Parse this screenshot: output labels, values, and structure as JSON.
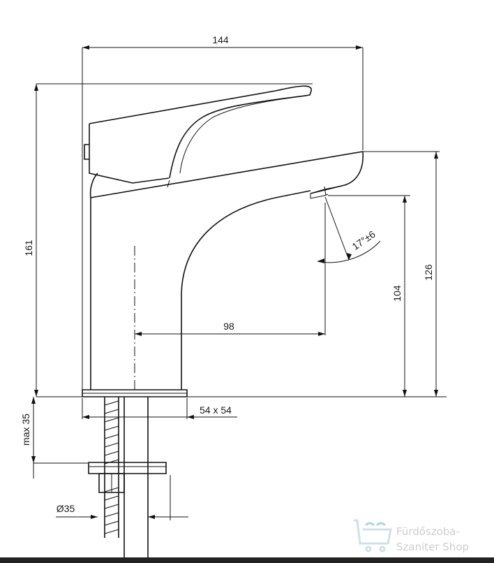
{
  "dimensions": {
    "overall_width": "144",
    "overall_height": "161",
    "spout_height": "126",
    "outlet_height": "104",
    "reach": "98",
    "angle": "17°±6",
    "base_size": "54 x 54",
    "max_thickness": "max 35",
    "hole_diameter": "Ø35"
  },
  "watermark": {
    "line1": "Fürdőszoba-",
    "line2": "Szaniter Shop",
    "icon": "bathtub-icon",
    "color": "#c9c9c9"
  },
  "colors": {
    "line": "#111111",
    "background": "#ffffff"
  }
}
